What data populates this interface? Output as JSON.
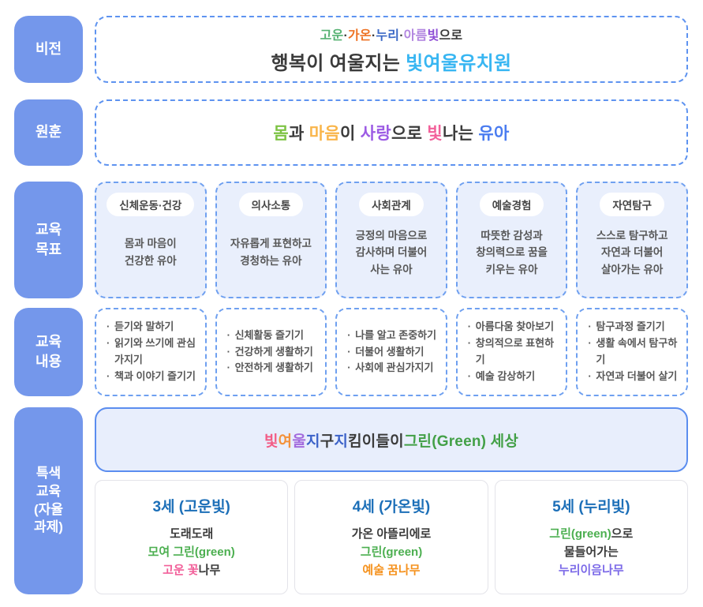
{
  "palette": {
    "label_blue": "#7497EB",
    "dashed_border_blue": "#5E93F0",
    "goal_card_bg": "#E9EFFC",
    "banner_bg": "#E8EEFC",
    "banner_border": "#5B8DEF",
    "age_title_blue": "#1C6FB8",
    "dark_text": "#3B3B3B",
    "gray_text": "#575757"
  },
  "vision": {
    "label": "비전",
    "line1": [
      {
        "t": "고운",
        "c": "#57B273"
      },
      {
        "t": "·",
        "c": "#3B3B3B"
      },
      {
        "t": "가온",
        "c": "#EE7325"
      },
      {
        "t": "·",
        "c": "#3B3B3B"
      },
      {
        "t": "누리",
        "c": "#3B68C6"
      },
      {
        "t": "·",
        "c": "#3B3B3B"
      },
      {
        "t": "아름",
        "c": "#B286E0"
      },
      {
        "t": "빛",
        "c": "#8E4FD6"
      },
      {
        "t": "으로",
        "c": "#3B3B3B"
      }
    ],
    "line2": [
      {
        "t": "행복이 여울지는 ",
        "c": "#3B3B3B"
      },
      {
        "t": "빛여울유치원",
        "c": "#38B6F2"
      }
    ]
  },
  "motto": {
    "label": "원훈",
    "line": [
      {
        "t": "몸",
        "c": "#7DC344"
      },
      {
        "t": "과 ",
        "c": "#3B3B3B"
      },
      {
        "t": "마음",
        "c": "#F9B54A"
      },
      {
        "t": "이 ",
        "c": "#3B3B3B"
      },
      {
        "t": "사랑",
        "c": "#9C5BE4"
      },
      {
        "t": "으로 ",
        "c": "#3B3B3B"
      },
      {
        "t": "빛",
        "c": "#F2609A"
      },
      {
        "t": "나는 ",
        "c": "#3B3B3B"
      },
      {
        "t": "유아",
        "c": "#4A7CF0"
      }
    ]
  },
  "goals": {
    "label": "교육\n목표",
    "cards": [
      {
        "badge": "신체운동·건강",
        "body": "몸과 마음이\n건강한 유아"
      },
      {
        "badge": "의사소통",
        "body": "자유롭게 표현하고\n경청하는 유아"
      },
      {
        "badge": "사회관계",
        "body": "긍정의 마음으로\n감사하며 더불어\n사는 유아"
      },
      {
        "badge": "예술경험",
        "body": "따뜻한 감성과\n창의력으로 꿈을\n키우는 유아"
      },
      {
        "badge": "자연탐구",
        "body": "스스로 탐구하고\n자연과 더불어\n살아가는 유아"
      }
    ]
  },
  "contents": {
    "label": "교육\n내용",
    "cards": [
      {
        "items": [
          "듣기와 말하기",
          "읽기와 쓰기에 관심가지기",
          "책과 이야기 즐기기"
        ]
      },
      {
        "items": [
          "신체활동 즐기기",
          "건강하게 생활하기",
          "안전하게 생활하기"
        ]
      },
      {
        "items": [
          "나를 알고 존중하기",
          "더불어 생활하기",
          "사회에 관심가지기"
        ]
      },
      {
        "items": [
          "아름다움 찾아보기",
          "창의적으로 표현하기",
          "예술 감상하기"
        ]
      },
      {
        "items": [
          "탐구과정 즐기기",
          "생활 속에서 탐구하기",
          "자연과 더불어 살기"
        ]
      }
    ]
  },
  "special": {
    "label": "특색\n교육\n(자율\n과제)",
    "banner": [
      {
        "t": "빛",
        "c": "#F25C86"
      },
      {
        "t": "여",
        "c": "#F3923B"
      },
      {
        "t": "울",
        "c": "#A36BDD"
      },
      {
        "t": " ",
        "c": "#3B3B3B"
      },
      {
        "t": "지",
        "c": "#3D63C9"
      },
      {
        "t": "구 ",
        "c": "#3B3B3B"
      },
      {
        "t": "지",
        "c": "#3D63C9"
      },
      {
        "t": "킴이들이 ",
        "c": "#3B3B3B"
      },
      {
        "t": "그린(Green) 세상",
        "c": "#43A047"
      }
    ],
    "age_cards": [
      {
        "title": "3세 (고운빛)",
        "lines": [
          [
            {
              "t": "도래도래",
              "c": "#3B3B3B"
            }
          ],
          [
            {
              "t": "모여 그린(green)",
              "c": "#4CAF50"
            }
          ],
          [
            {
              "t": "고운 꽃",
              "c": "#F2609A"
            },
            {
              "t": "나무",
              "c": "#3B3B3B"
            }
          ]
        ]
      },
      {
        "title": "4세 (가온빛)",
        "lines": [
          [
            {
              "t": "가온 아뜰리에로",
              "c": "#3B3B3B"
            }
          ],
          [
            {
              "t": "그린(green)",
              "c": "#4CAF50"
            }
          ],
          [
            {
              "t": "예술 꿈나무",
              "c": "#F5921E"
            }
          ]
        ]
      },
      {
        "title": "5세 (누리빛)",
        "lines": [
          [
            {
              "t": "그린(green)",
              "c": "#4CAF50"
            },
            {
              "t": "으로",
              "c": "#3B3B3B"
            }
          ],
          [
            {
              "t": "물들어가는",
              "c": "#3B3B3B"
            }
          ],
          [
            {
              "t": "누리이음나무",
              "c": "#7C6AE8"
            }
          ]
        ]
      }
    ]
  }
}
